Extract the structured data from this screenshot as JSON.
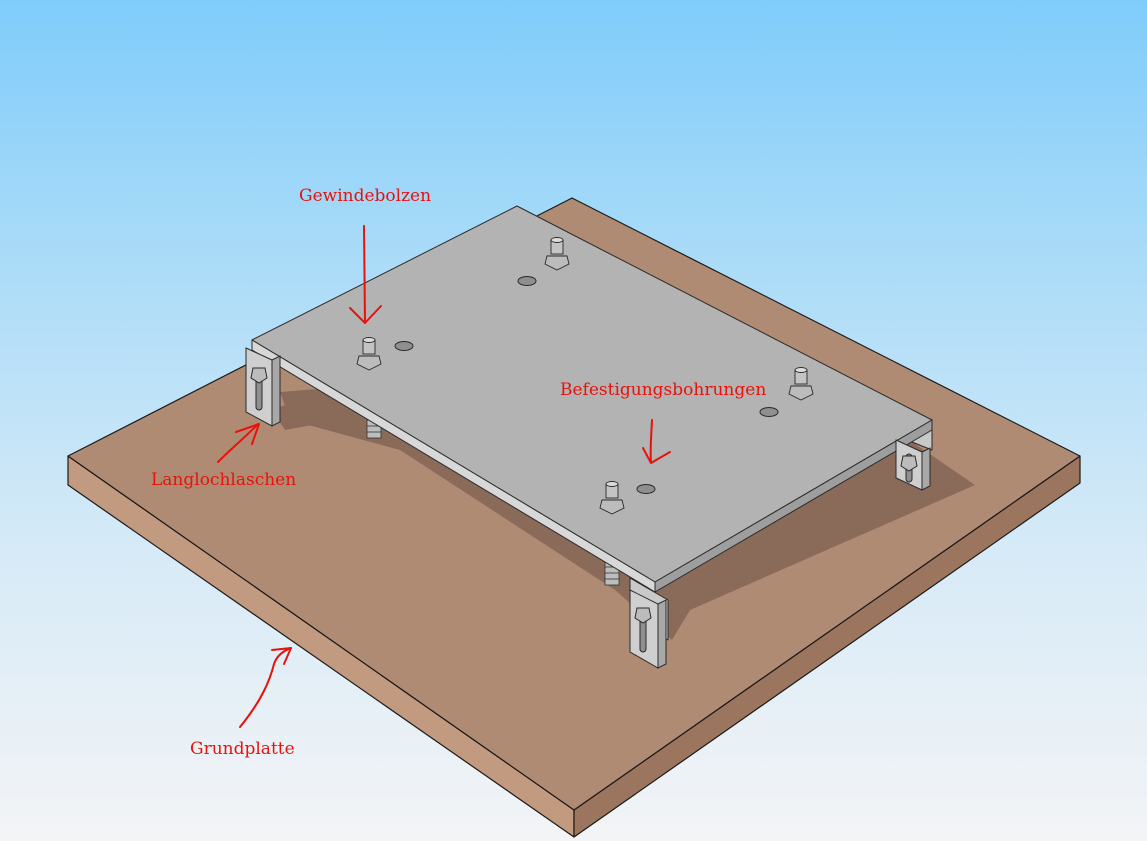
{
  "labels": {
    "gewindebolzen": "Gewindebolzen",
    "befestigungsbohrungen": "Befestigungsbohrungen",
    "langlochlaschen": "Langlochlaschen",
    "grundplatte": "Grundplatte"
  },
  "colors": {
    "annotation": "#e8120c",
    "base_top": "#b08b74",
    "base_front": "#c29a80",
    "base_side": "#8e6a55",
    "shadow": "#8a6a58",
    "plate": "#b3b3b3",
    "plate_edge": "#d6d6d6",
    "bracket": "#c8c8c8",
    "bolt": "#c4c4c4"
  },
  "icons": {
    "annotation_arrow": "red-arrow-icon"
  }
}
